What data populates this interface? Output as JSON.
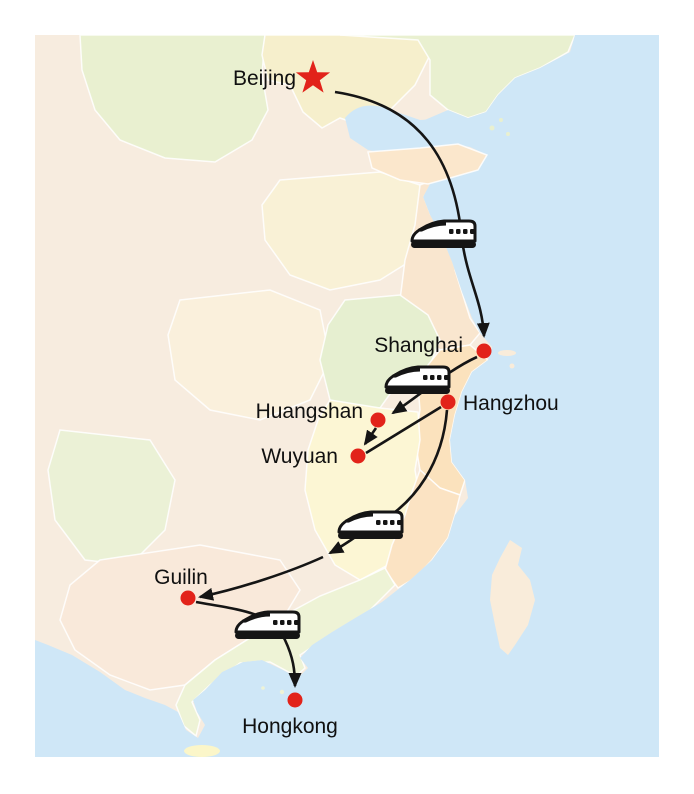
{
  "map": {
    "title": "China rail tour route map",
    "colors": {
      "sea": "#cfe7f7",
      "marker_red": "#e2231a",
      "route_black": "#151515",
      "land_pink": "#f7ecdf",
      "land_green": "#e9f0d0",
      "land_cream": "#f6efcc",
      "land_yellow": "#fcf6d4",
      "land_peach": "#fbe7cc",
      "land_orange": "#fbe2bd"
    },
    "cities": [
      {
        "label": "Beijing",
        "marker": "star"
      },
      {
        "label": "Shanghai",
        "marker": "dot"
      },
      {
        "label": "Hangzhou",
        "marker": "dot"
      },
      {
        "label": "Huangshan",
        "marker": "dot"
      },
      {
        "label": "Wuyuan",
        "marker": "dot"
      },
      {
        "label": "Guilin",
        "marker": "dot"
      },
      {
        "label": "Hongkong",
        "marker": "dot"
      }
    ],
    "legs": [
      {
        "from": "Beijing",
        "to": "Shanghai",
        "transport": "train"
      },
      {
        "from": "Shanghai",
        "to": "Huangshan",
        "transport": "train"
      },
      {
        "from": "Huangshan",
        "to": "Wuyuan",
        "transport": ""
      },
      {
        "from": "Hangzhou",
        "to": "Wuyuan",
        "transport": ""
      },
      {
        "from": "Hangzhou",
        "to": "Guilin",
        "transport": "train"
      },
      {
        "from": "Guilin",
        "to": "Hongkong",
        "transport": "train"
      }
    ]
  }
}
